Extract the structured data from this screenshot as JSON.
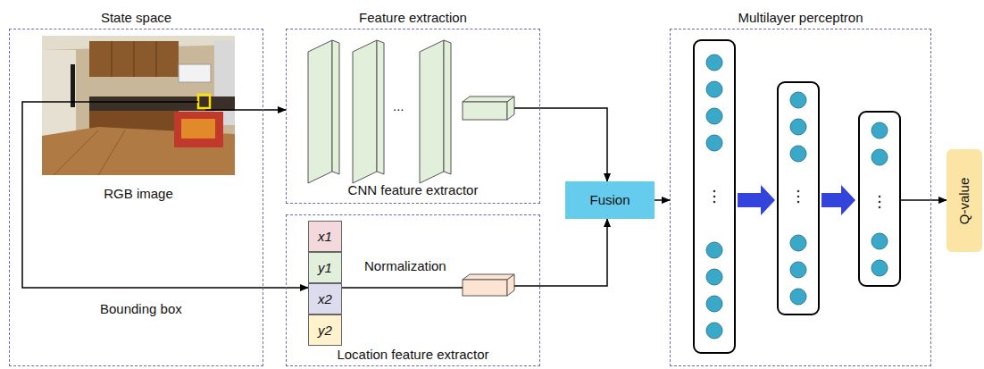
{
  "diagram": {
    "nodes": [
      {
        "text": [
          "State space"
        ]
      },
      {
        "text": [
          "RGB image"
        ],
        "in": 0
      },
      {
        "text": [
          "Feature extraction",
          "CNN feature extractor"
        ]
      },
      {
        "text": [
          "Location feature extractor"
        ]
      },
      {
        "text": [
          "x1"
        ],
        "in": 3
      },
      {
        "text": [
          "y1"
        ],
        "in": 3
      },
      {
        "text": [
          "x2"
        ],
        "in": 3
      },
      {
        "text": [
          "y2"
        ],
        "in": 3
      },
      {
        "text": [
          "Fusion"
        ]
      },
      {
        "text": [
          "Multilayer perceptron"
        ]
      },
      {
        "text": [
          "Q-value"
        ]
      }
    ],
    "edges": [
      {
        "from": 1,
        "to": 2,
        "arrow": "to"
      },
      {
        "from": 1,
        "to": 6,
        "arrow": "to",
        "label": "Bounding box"
      },
      {
        "from": 2,
        "to": 8,
        "arrow": "to"
      },
      {
        "from": 3,
        "to": 8,
        "arrow": "to"
      },
      {
        "from": 8,
        "to": 9,
        "arrow": "to"
      },
      {
        "from": 9,
        "to": 10,
        "arrow": "to"
      }
    ],
    "labels": [
      "...",
      "Normalization"
    ]
  }
}
